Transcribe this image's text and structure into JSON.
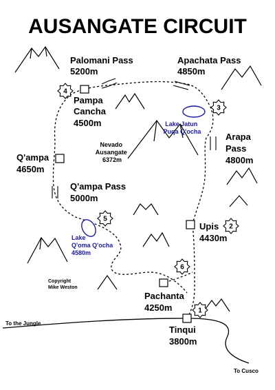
{
  "title": "AUSANGATE CIRCUIT",
  "credit": [
    "Copyright",
    "Mike Weston"
  ],
  "edges": {
    "left": "To the Jungle",
    "right": "To Cusco"
  },
  "places": [
    {
      "id": "palomani-pass",
      "lines": [
        "Palomani Pass",
        "5200m"
      ]
    },
    {
      "id": "apachata-pass",
      "lines": [
        "Apachata Pass",
        "4850m"
      ]
    },
    {
      "id": "pampa-cancha",
      "lines": [
        "Pampa",
        "Cancha",
        "4500m"
      ]
    },
    {
      "id": "arapa-pass",
      "lines": [
        "Arapa",
        "Pass",
        "4800m"
      ]
    },
    {
      "id": "qampa",
      "lines": [
        "Q'ampa",
        "4650m"
      ]
    },
    {
      "id": "qampa-pass",
      "lines": [
        "Q'ampa Pass",
        "5000m"
      ]
    },
    {
      "id": "upis",
      "lines": [
        "Upis",
        "4430m"
      ]
    },
    {
      "id": "pachanta",
      "lines": [
        "Pachanta",
        "4250m"
      ]
    },
    {
      "id": "tinqui",
      "lines": [
        "Tinqui",
        "3800m"
      ]
    }
  ],
  "peak": {
    "lines": [
      "Nevado",
      "Ausangate",
      "6372m"
    ]
  },
  "lakes": [
    {
      "id": "lake-jatun-puqa-qocha",
      "lines": [
        "Lake Jatun",
        "Puqa Q'ocha"
      ]
    },
    {
      "id": "lake-qoma-qocha",
      "lines": [
        "Lake",
        "Q'oma Q'ocha",
        "4580m"
      ]
    }
  ],
  "stages": [
    "1",
    "2",
    "3",
    "4",
    "5",
    "6"
  ],
  "colors": {
    "ink": "#000000",
    "lake": "#1a1a9a",
    "background": "#ffffff"
  }
}
